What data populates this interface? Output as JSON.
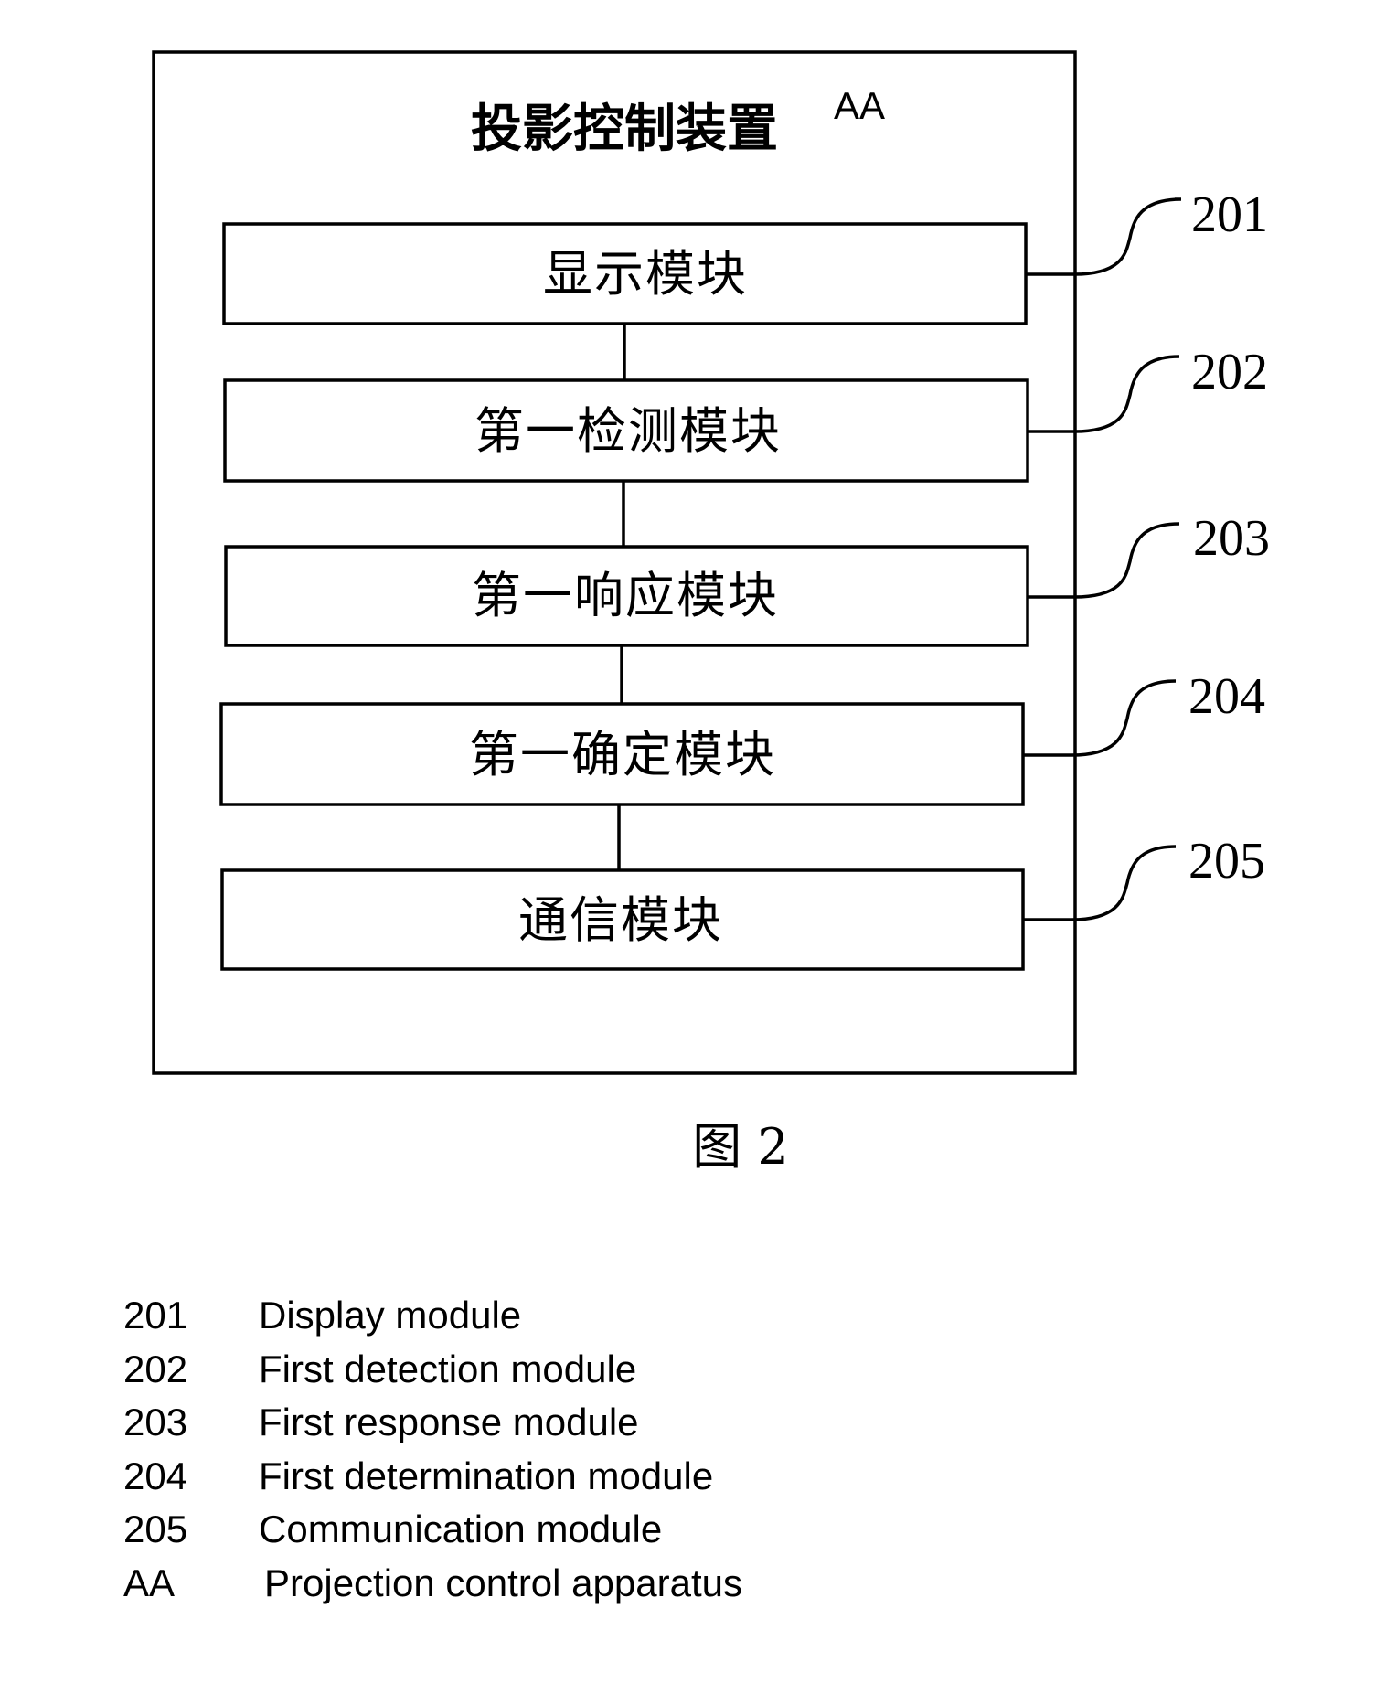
{
  "apparatus": {
    "title": "投影控制装置",
    "code": "AA"
  },
  "modules": [
    {
      "label": "显示模块",
      "ref": "201"
    },
    {
      "label": "第一检测模块",
      "ref": "202"
    },
    {
      "label": "第一响应模块",
      "ref": "203"
    },
    {
      "label": "第一确定模块",
      "ref": "204"
    },
    {
      "label": "通信模块",
      "ref": "205"
    }
  ],
  "caption": "图 2",
  "legend": [
    {
      "code": "201",
      "text": "Display module"
    },
    {
      "code": "202",
      "text": "First detection module"
    },
    {
      "code": "203",
      "text": "First response module"
    },
    {
      "code": "204",
      "text": "First determination module"
    },
    {
      "code": "205",
      "text": "Communication module"
    },
    {
      "code": "AA",
      "text": "Projection control apparatus"
    }
  ]
}
